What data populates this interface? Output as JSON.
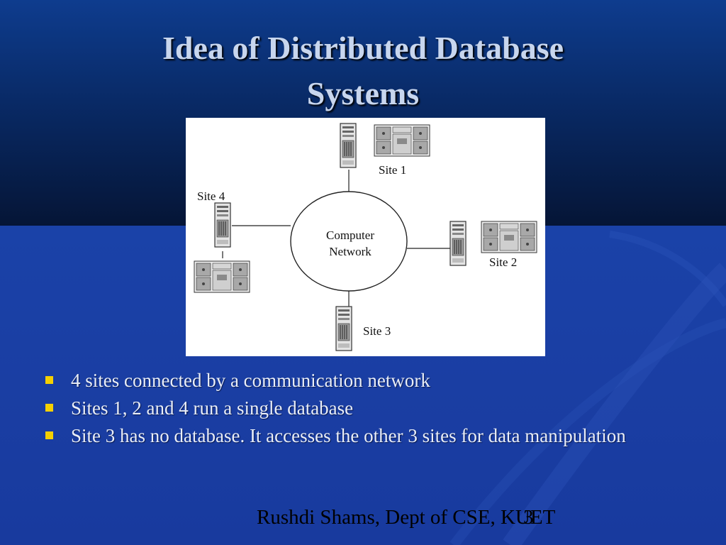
{
  "slide": {
    "title_line1": "Idea of Distributed Database",
    "title_line2": "Systems",
    "bullets": [
      "4 sites connected by a communication network",
      "Sites 1, 2 and 4 run a single database",
      "Site 3 has no database. It accesses the other 3 sites for data manipulation"
    ],
    "footer": "Rushdi Shams, Dept of CSE, KUET",
    "page_number": "3"
  },
  "diagram": {
    "network_label_line1": "Computer",
    "network_label_line2": "Network",
    "site_labels": [
      "Site 1",
      "Site 2",
      "Site 3",
      "Site 4"
    ]
  },
  "colors": {
    "background_blue": "#1a3ea3",
    "top_band_dark": "#051536",
    "title_text": "#c8d6ee",
    "bullet_marker": "#f5d000",
    "body_text": "#e9eef8"
  }
}
